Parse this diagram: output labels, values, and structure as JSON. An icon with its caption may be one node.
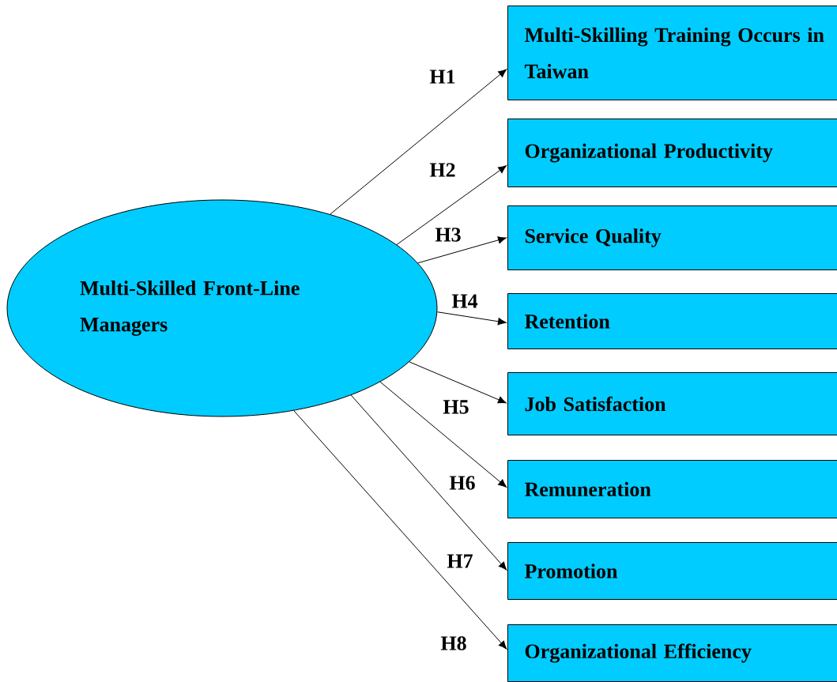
{
  "diagram": {
    "nodes": [
      {
        "text": [
          "Multi-Skilled Front-Line Managers"
        ]
      },
      {
        "text": [
          "Multi-Skilling Training Occurs in Taiwan"
        ]
      },
      {
        "text": [
          "Organizational Productivity"
        ]
      },
      {
        "text": [
          "Service Quality"
        ]
      },
      {
        "text": [
          "Retention"
        ]
      },
      {
        "text": [
          "Job Satisfaction"
        ]
      },
      {
        "text": [
          "Remuneration"
        ]
      },
      {
        "text": [
          "Promotion"
        ]
      },
      {
        "text": [
          "Organizational Efficiency"
        ]
      }
    ],
    "edges": [
      {
        "from": 0,
        "to": 1,
        "arrow": "to",
        "label": "H1"
      },
      {
        "from": 0,
        "to": 2,
        "arrow": "to",
        "label": "H2"
      },
      {
        "from": 0,
        "to": 3,
        "arrow": "to",
        "label": "H3"
      },
      {
        "from": 0,
        "to": 4,
        "arrow": "to",
        "label": "H4"
      },
      {
        "from": 0,
        "to": 5,
        "arrow": "to",
        "label": "H5"
      },
      {
        "from": 0,
        "to": 6,
        "arrow": "to",
        "label": "H6"
      },
      {
        "from": 0,
        "to": 7,
        "arrow": "to",
        "label": "H7"
      },
      {
        "from": 0,
        "to": 8,
        "arrow": "to",
        "label": "H8"
      }
    ]
  }
}
